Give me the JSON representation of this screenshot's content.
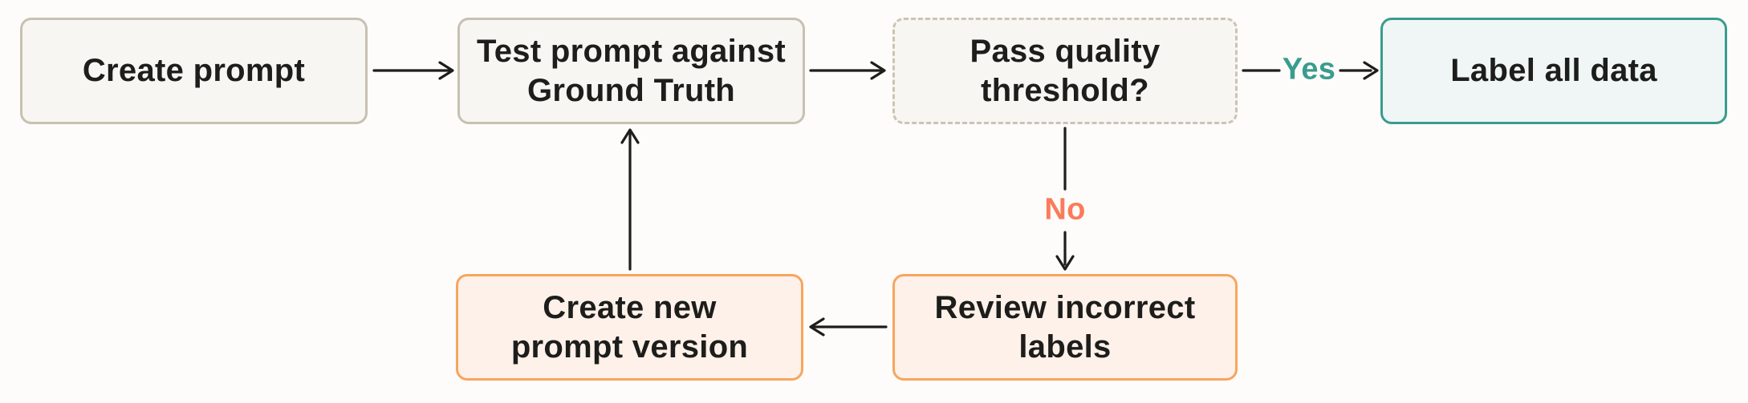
{
  "diagram": {
    "type": "flowchart",
    "nodes": [
      {
        "id": "create-prompt",
        "label": "Create prompt",
        "style": "neutral"
      },
      {
        "id": "test-prompt",
        "label": "Test prompt against\nGround Truth",
        "style": "neutral"
      },
      {
        "id": "pass-quality-threshold",
        "label": "Pass quality\nthreshold?",
        "style": "decision"
      },
      {
        "id": "label-all-data",
        "label": "Label all data",
        "style": "success"
      },
      {
        "id": "create-new-prompt-version",
        "label": "Create new\nprompt version",
        "style": "revision"
      },
      {
        "id": "review-incorrect-labels",
        "label": "Review incorrect\nlabels",
        "style": "revision"
      }
    ],
    "edges": [
      {
        "from": "create-prompt",
        "to": "test-prompt",
        "label": ""
      },
      {
        "from": "test-prompt",
        "to": "pass-quality-threshold",
        "label": ""
      },
      {
        "from": "pass-quality-threshold",
        "to": "label-all-data",
        "label": "Yes"
      },
      {
        "from": "pass-quality-threshold",
        "to": "review-incorrect-labels",
        "label": "No"
      },
      {
        "from": "review-incorrect-labels",
        "to": "create-new-prompt-version",
        "label": ""
      },
      {
        "from": "create-new-prompt-version",
        "to": "test-prompt",
        "label": ""
      }
    ],
    "edge_labels": {
      "yes": "Yes",
      "no": "No"
    },
    "colors": {
      "background": "#fdfcfa",
      "text": "#1d1d1b",
      "arrow": "#1d1d1b",
      "neutral_fill": "#f7f6f2",
      "neutral_border": "#c7c1b2",
      "decision_fill": "#f7f6f2",
      "decision_border": "#cbc4b5",
      "success_fill": "#eff6f5",
      "success_border": "#3a9c8e",
      "revision_fill": "#fdf1e9",
      "revision_border": "#f7a55f",
      "yes_label": "#3a9c8e",
      "no_label": "#fa7b5b"
    }
  }
}
